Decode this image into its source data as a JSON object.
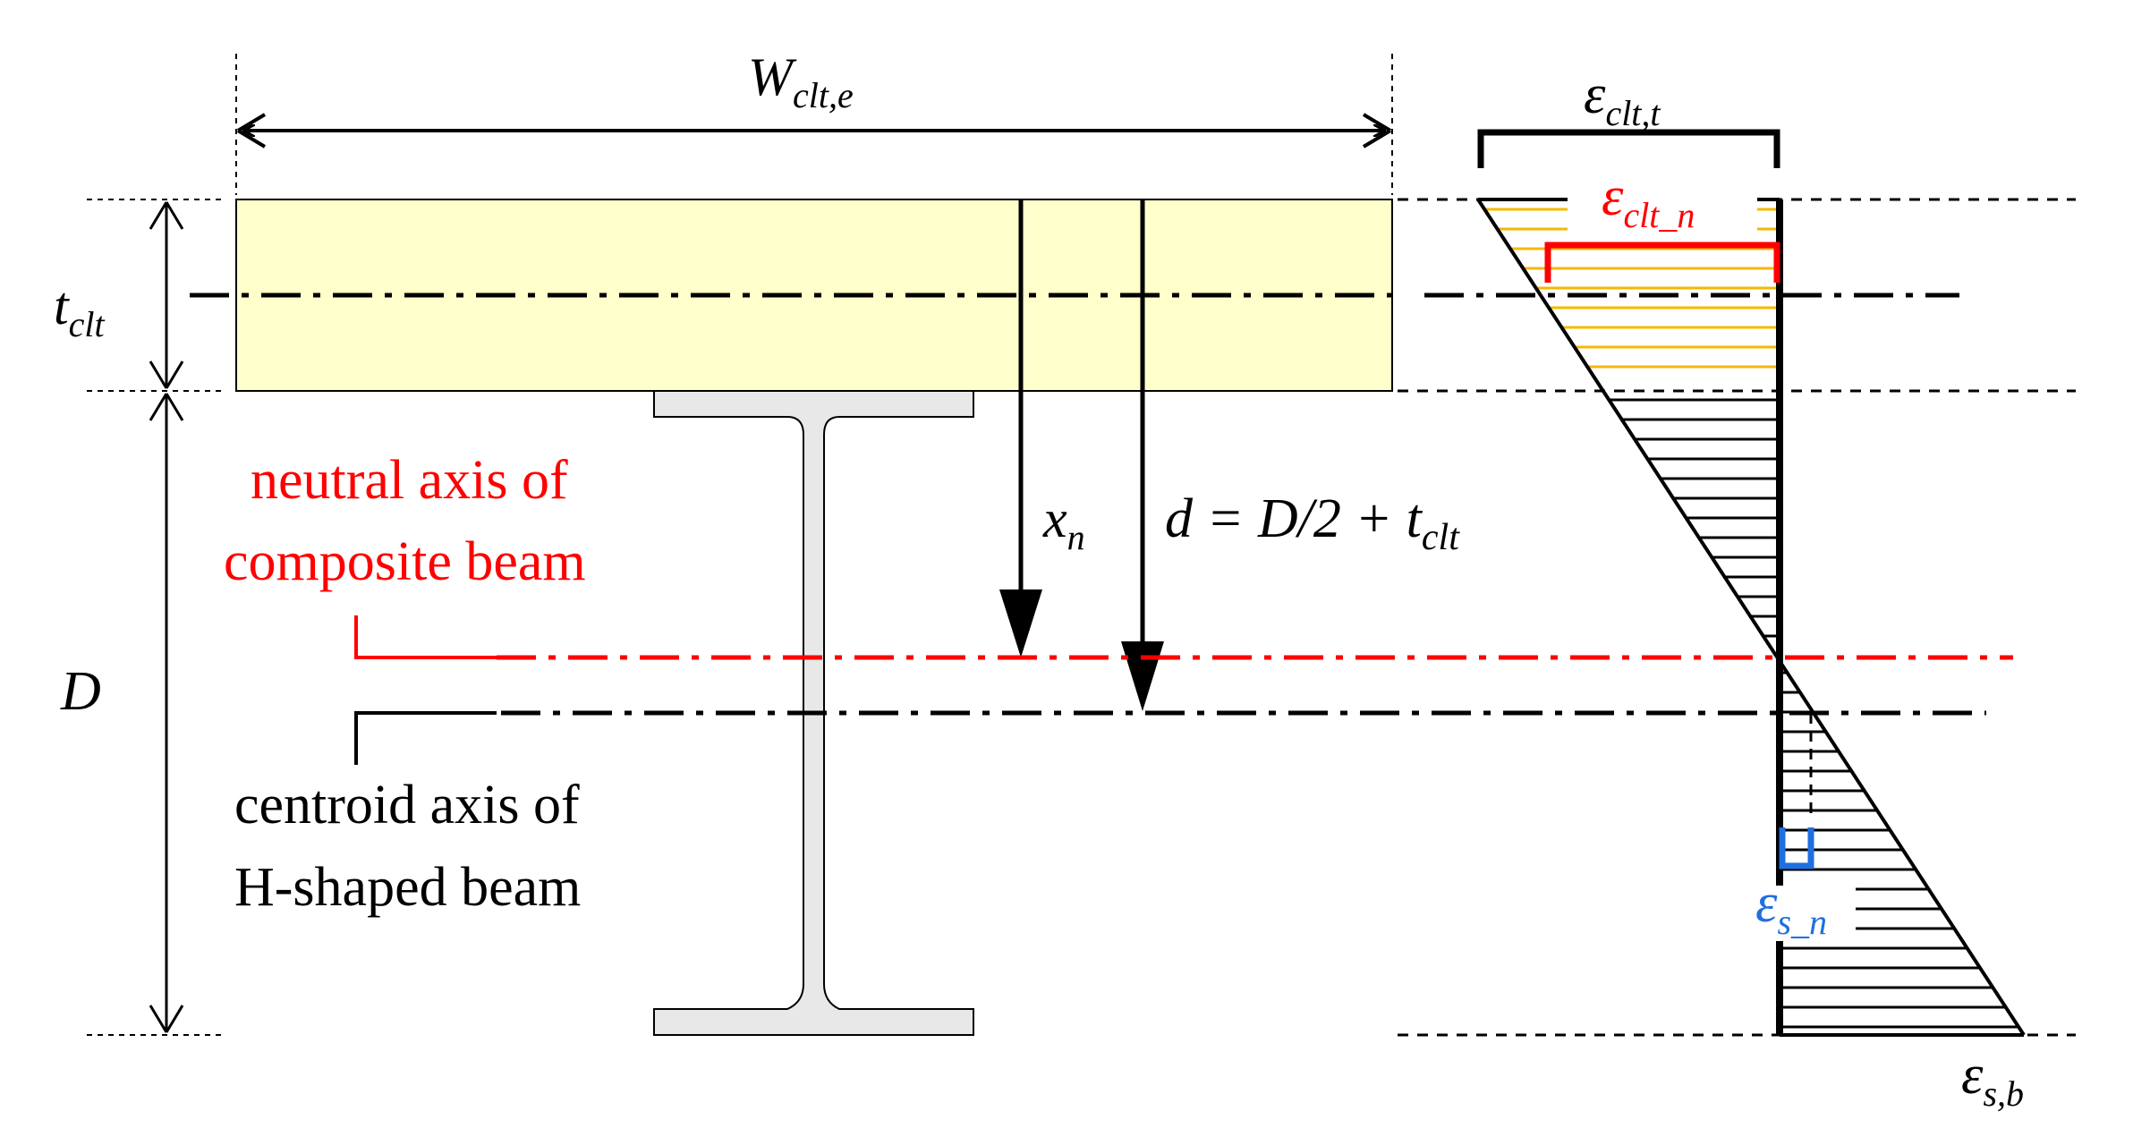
{
  "labels": {
    "width_symbol": "W",
    "width_sub": "clt,e",
    "thickness_symbol": "t",
    "thickness_sub": "clt",
    "depth_symbol": "D",
    "xn_symbol": "x",
    "xn_sub": "n",
    "d_expr": "d = D/2 + t",
    "d_expr_sub": "clt",
    "neutral_axis_line1": "neutral axis of",
    "neutral_axis_line2": "composite beam",
    "centroid_axis_line1": "centroid axis of",
    "centroid_axis_line2": "H-shaped beam",
    "eps_clt_t_symbol": "ε",
    "eps_clt_t_sub": "clt,t",
    "eps_clt_n_symbol": "ε",
    "eps_clt_n_sub": "clt_n",
    "eps_s_n_symbol": "ε",
    "eps_s_n_sub": "s_n",
    "eps_s_b_symbol": "ε",
    "eps_s_b_sub": "s,b"
  },
  "colors": {
    "clt_fill": "#ffffcc",
    "steel_fill": "#e8e8e8",
    "neutral_axis": "#ff0000",
    "clt_hatch": "#f5b800",
    "blue_mark": "#1f6fe0",
    "line": "#000000"
  }
}
